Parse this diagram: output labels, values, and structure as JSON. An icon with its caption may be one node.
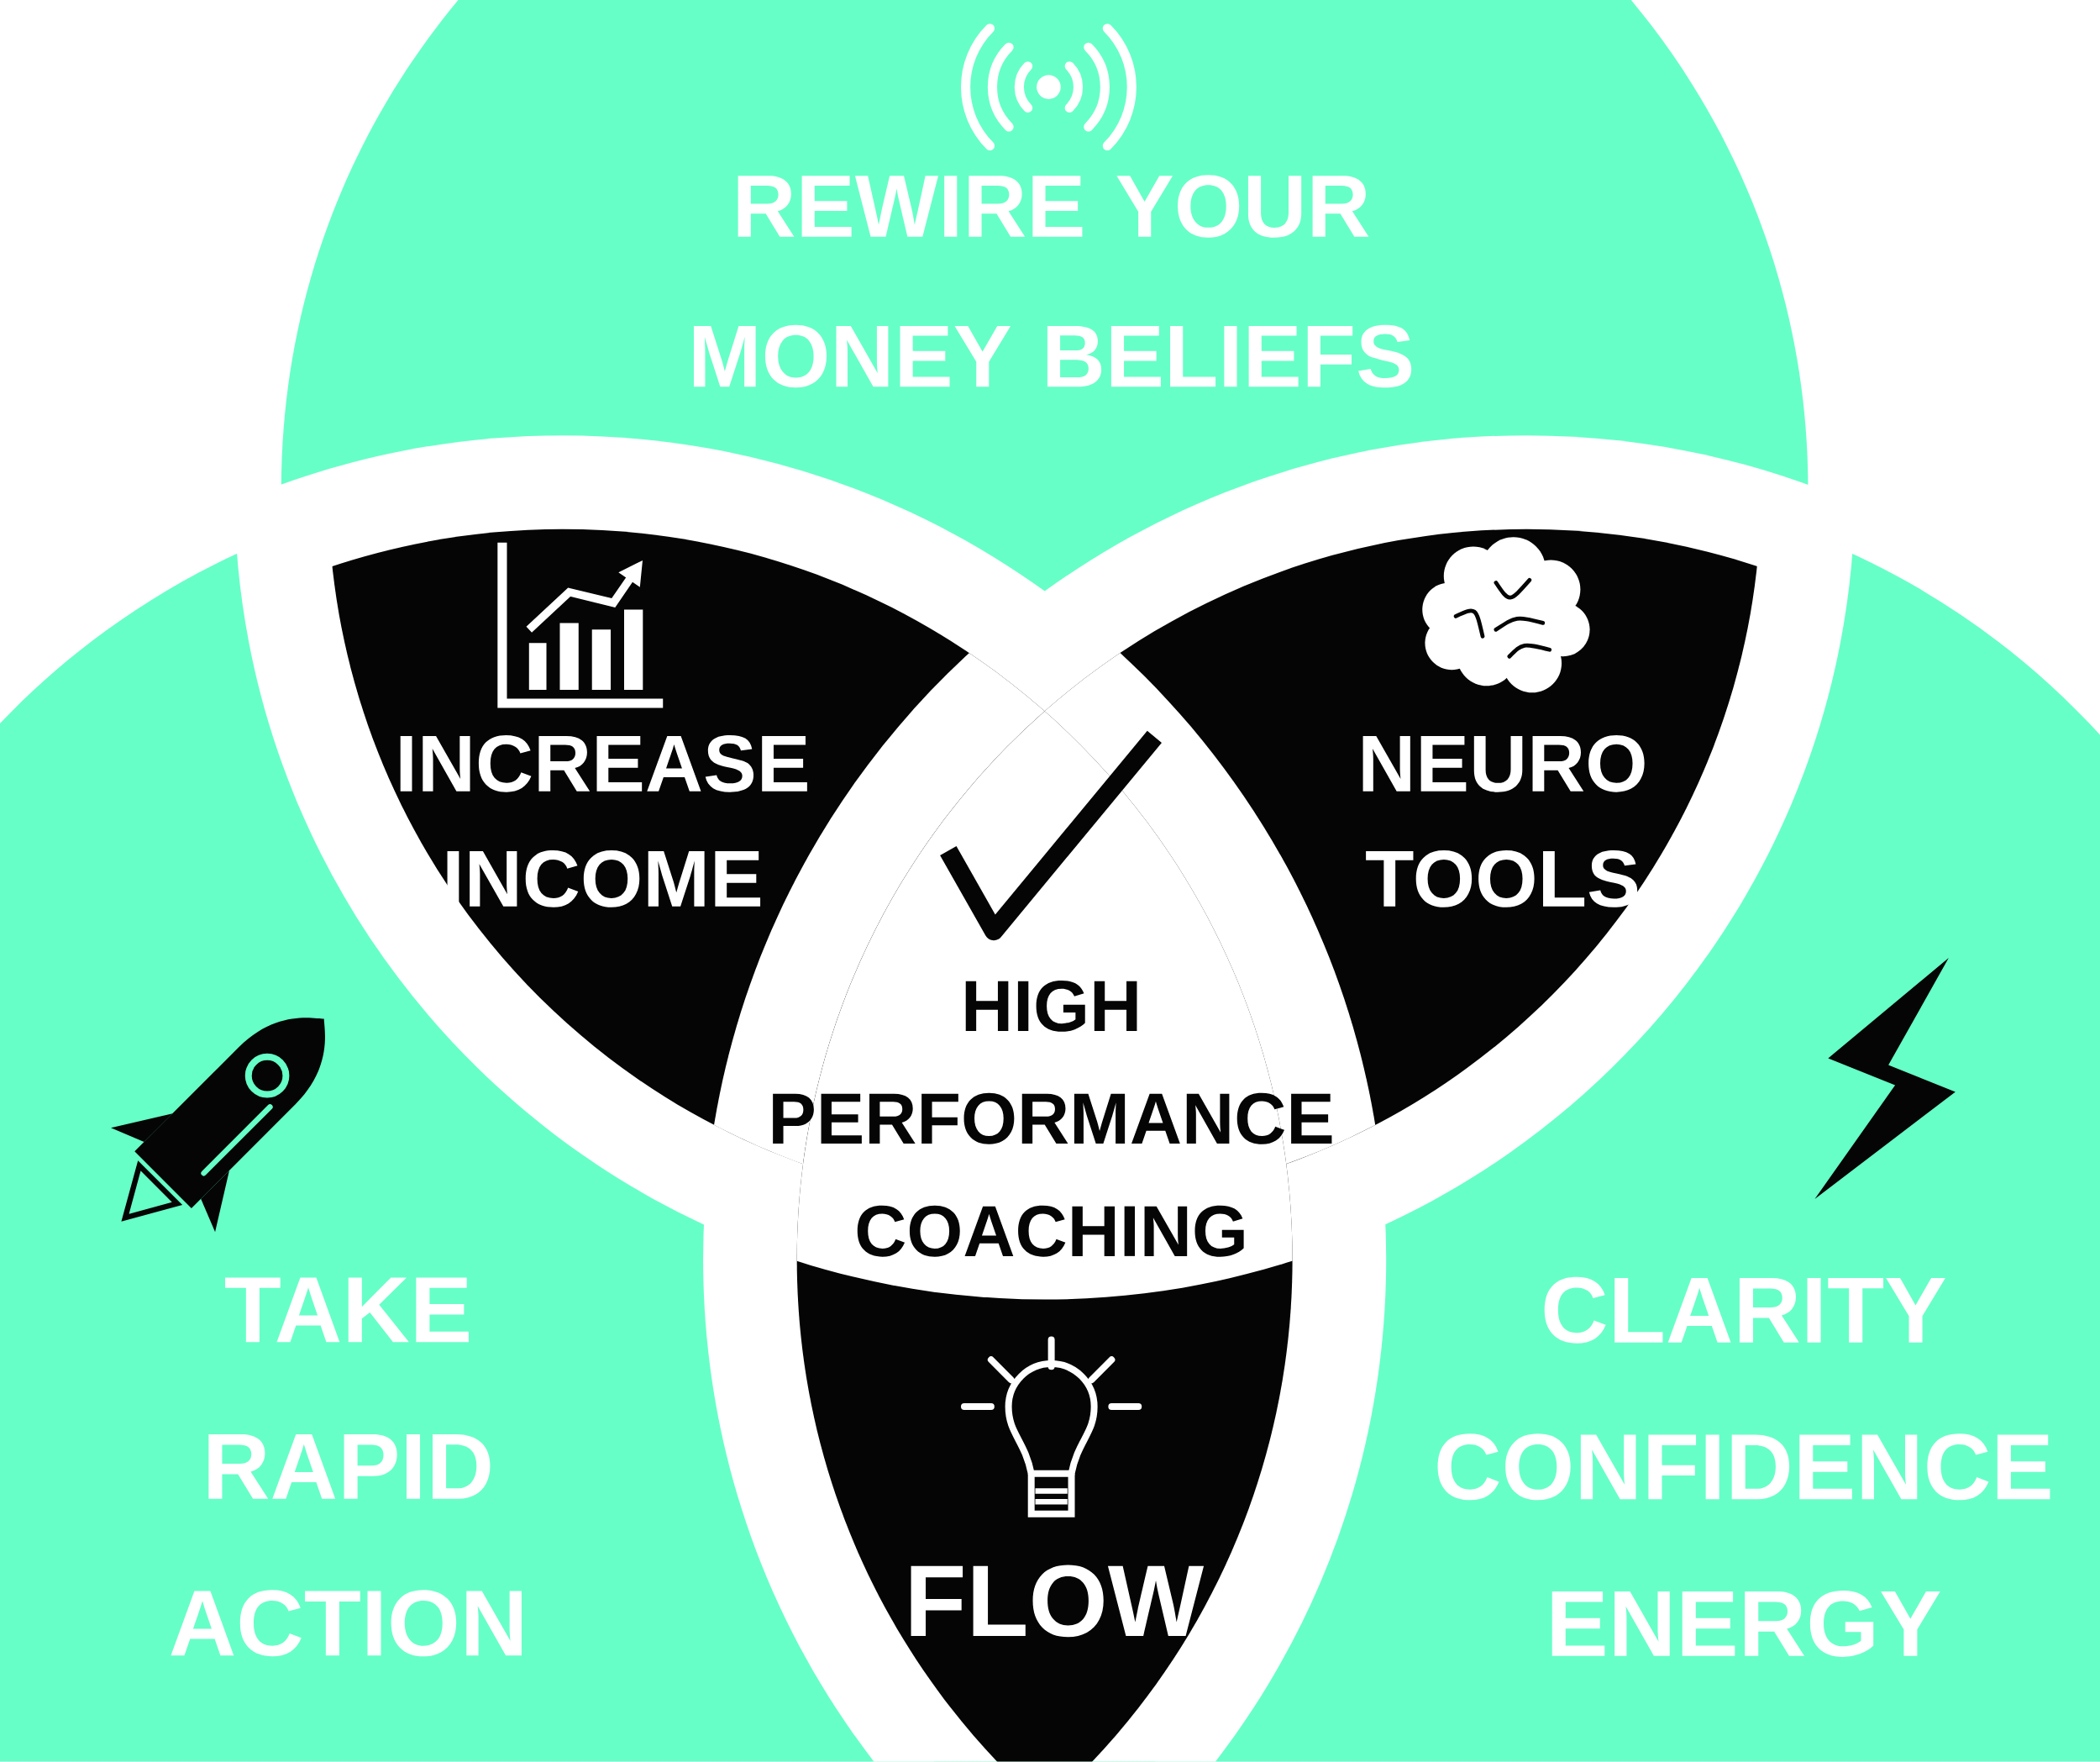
{
  "diagram": {
    "nodes": [
      {
        "text": [
          "REWIRE YOUR MONEY BELIEFS"
        ]
      },
      {
        "text": [
          "INCREASE INCOME"
        ]
      },
      {
        "text": [
          "NEURO TOOLS"
        ]
      },
      {
        "text": [
          "HIGH PERFORMANCE COACHING"
        ]
      },
      {
        "text": [
          "TAKE RAPID ACTION"
        ]
      },
      {
        "text": [
          "CLARITY CONFIDENCE ENERGY"
        ]
      },
      {
        "text": [
          "FLOW"
        ]
      }
    ]
  }
}
